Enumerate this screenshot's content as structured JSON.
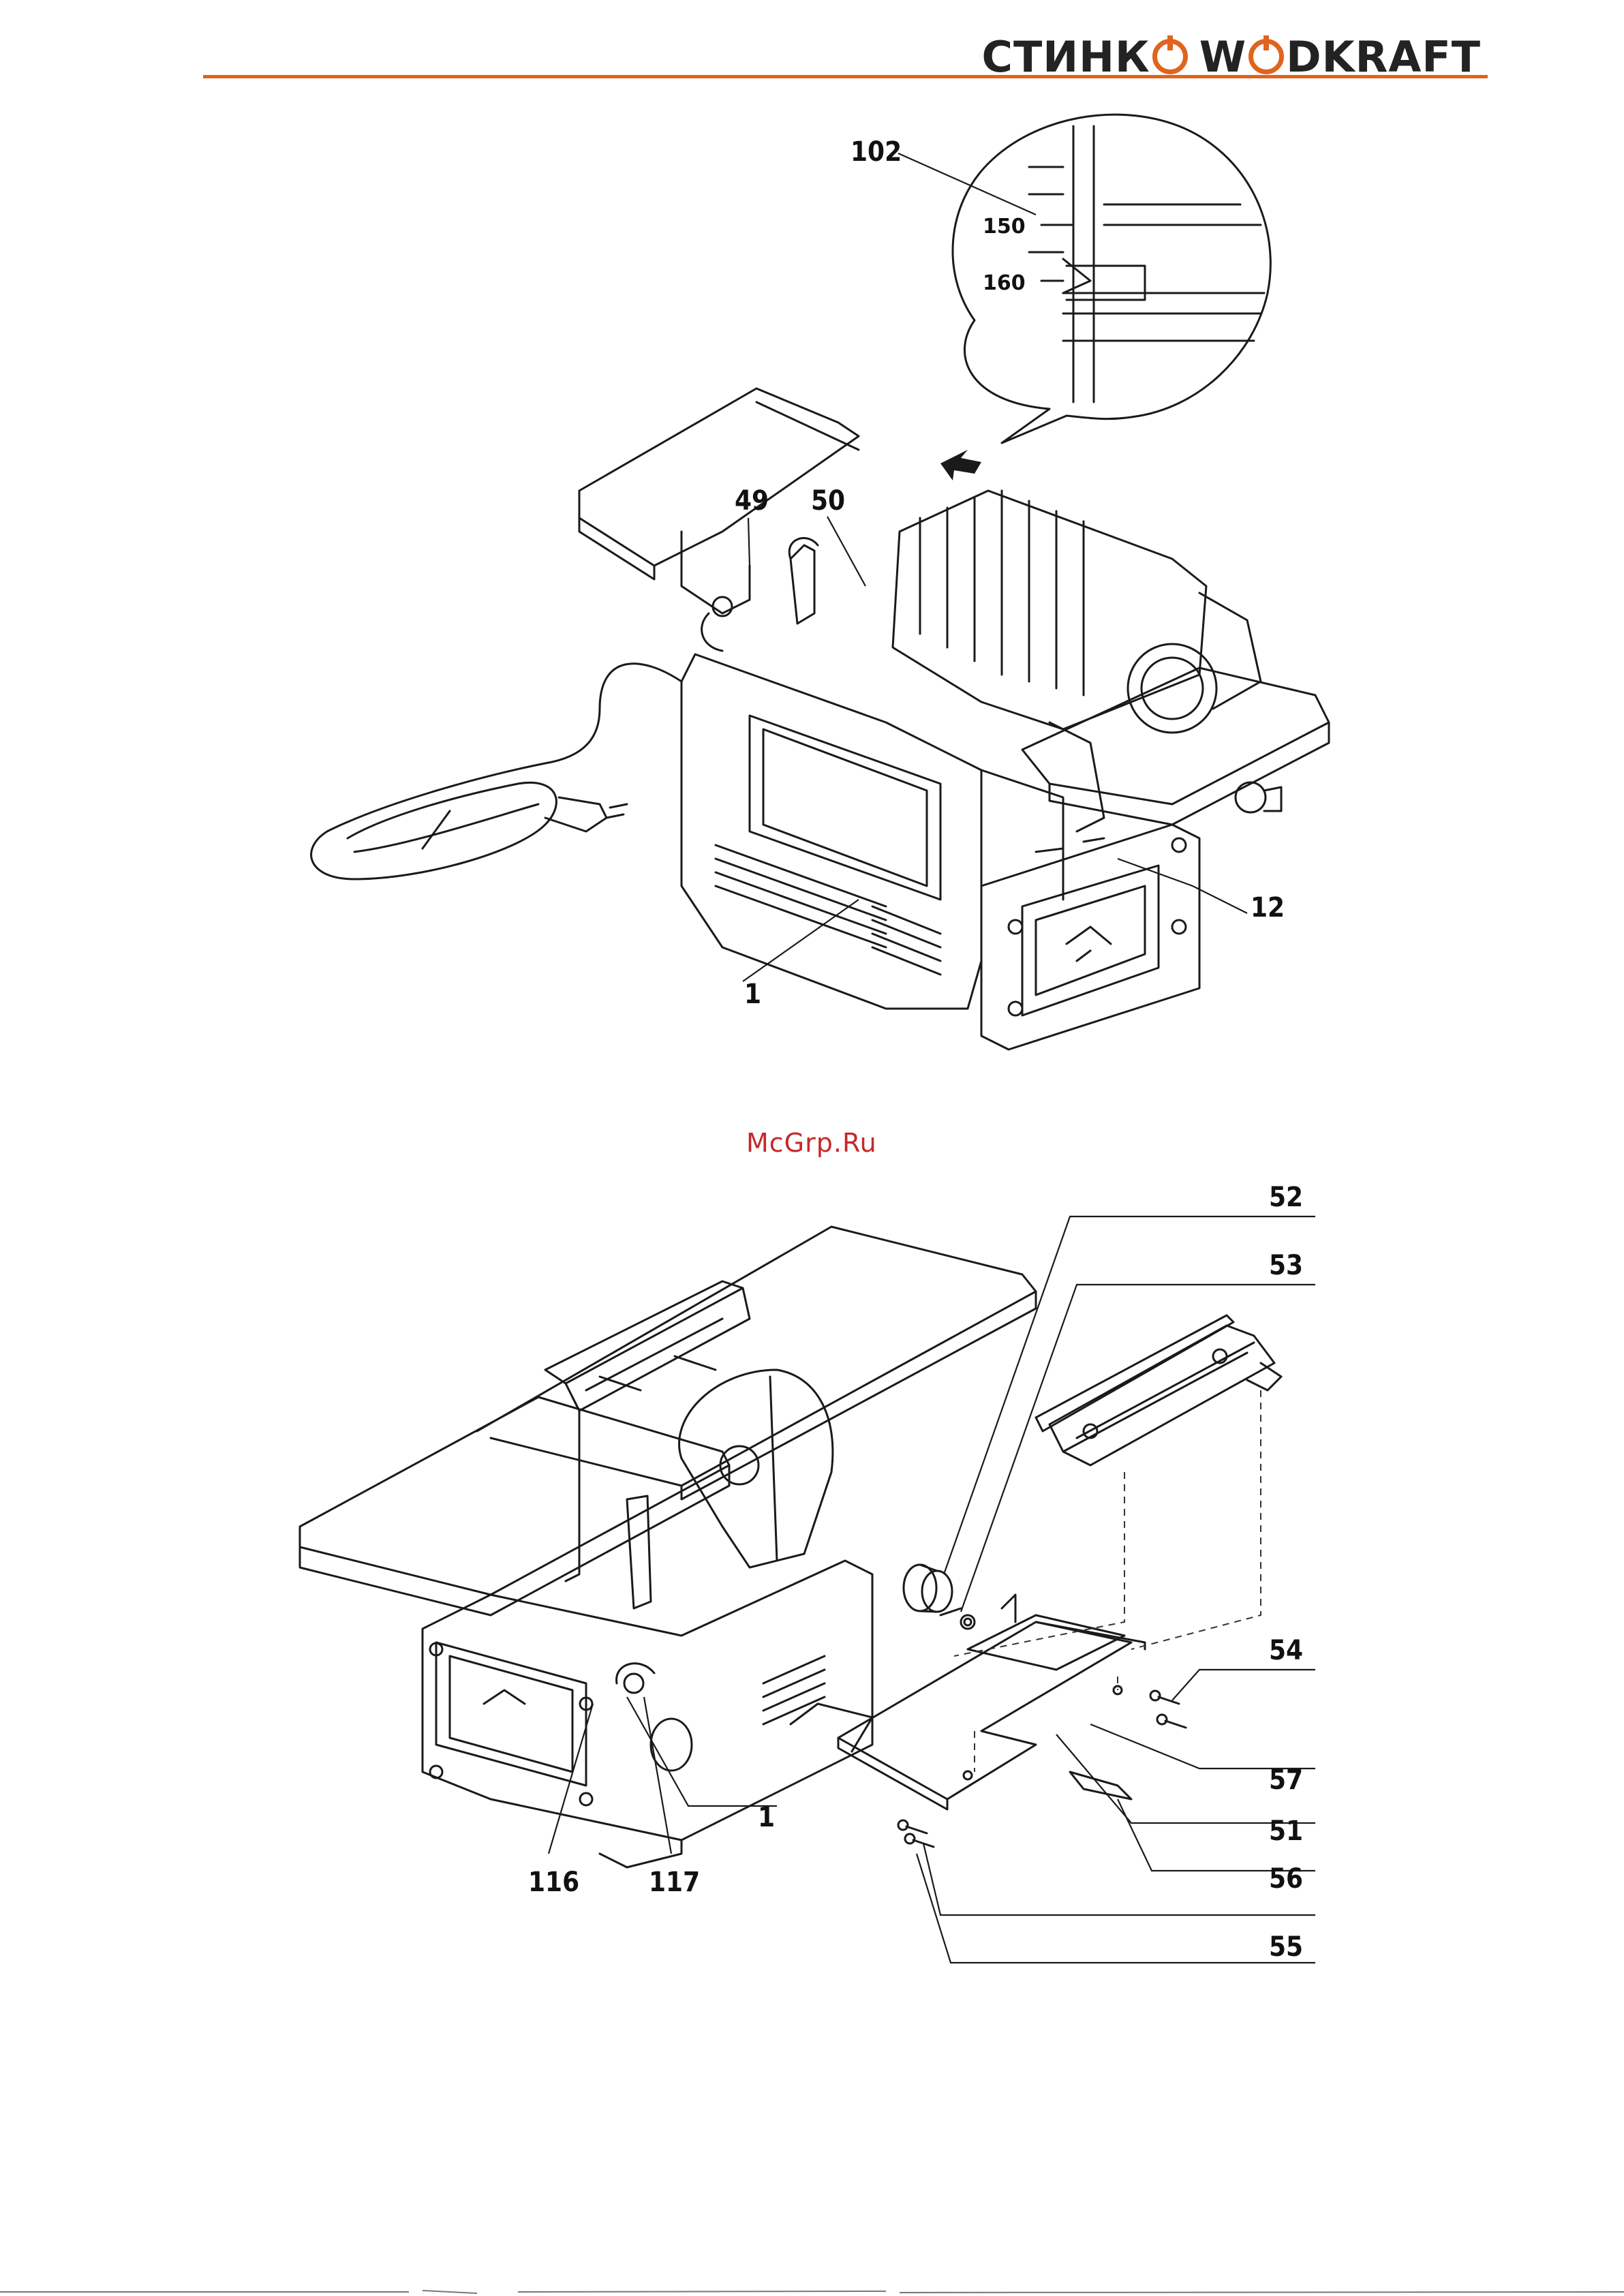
{
  "header": {
    "brand_part1": "СТИНК",
    "brand_part2": "W",
    "brand_part3": "DKRAFT",
    "accent_color": "#e0641e"
  },
  "watermark": "McGrp.Ru",
  "figure_top": {
    "callouts": [
      "102",
      "49",
      "50",
      "12",
      "1"
    ],
    "scale_labels": [
      "150",
      "160"
    ]
  },
  "figure_bottom": {
    "callouts": [
      "52",
      "53",
      "54",
      "57",
      "51",
      "56",
      "55",
      "1",
      "116",
      "117"
    ]
  }
}
